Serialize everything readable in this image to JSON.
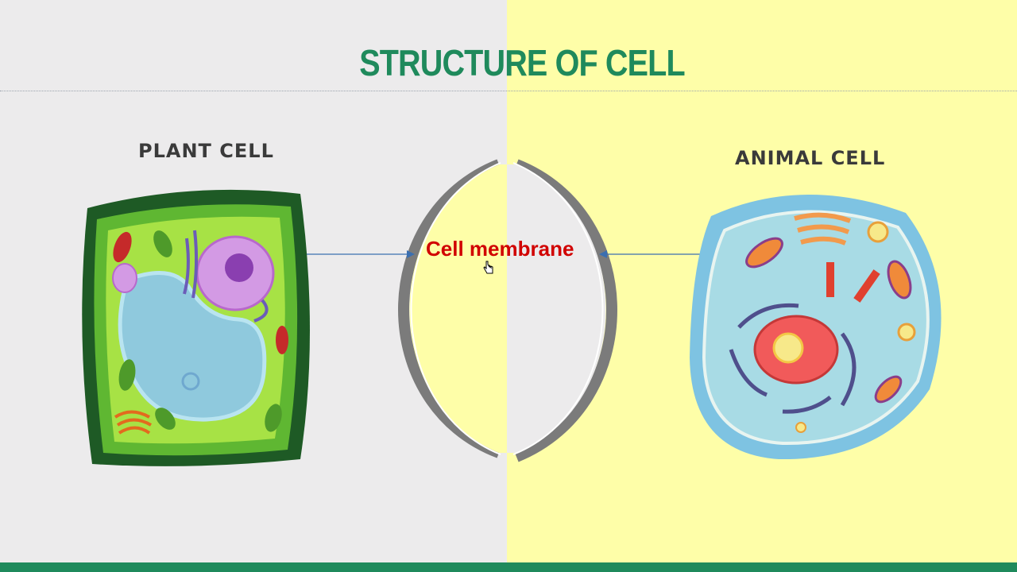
{
  "slide": {
    "title": "STRUCTURE OF CELL",
    "plant_heading": "PLANT CELL",
    "animal_heading": "ANIMAL CELL",
    "center_label": "Cell membrane"
  },
  "colors": {
    "left_background": "#ecebec",
    "right_background": "#fefea8",
    "title_green": "#1f8a5c",
    "label_red": "#d10000",
    "arrow_blue": "#3b6fb0"
  },
  "icons": {
    "cursor": "hand-pointer-icon"
  }
}
